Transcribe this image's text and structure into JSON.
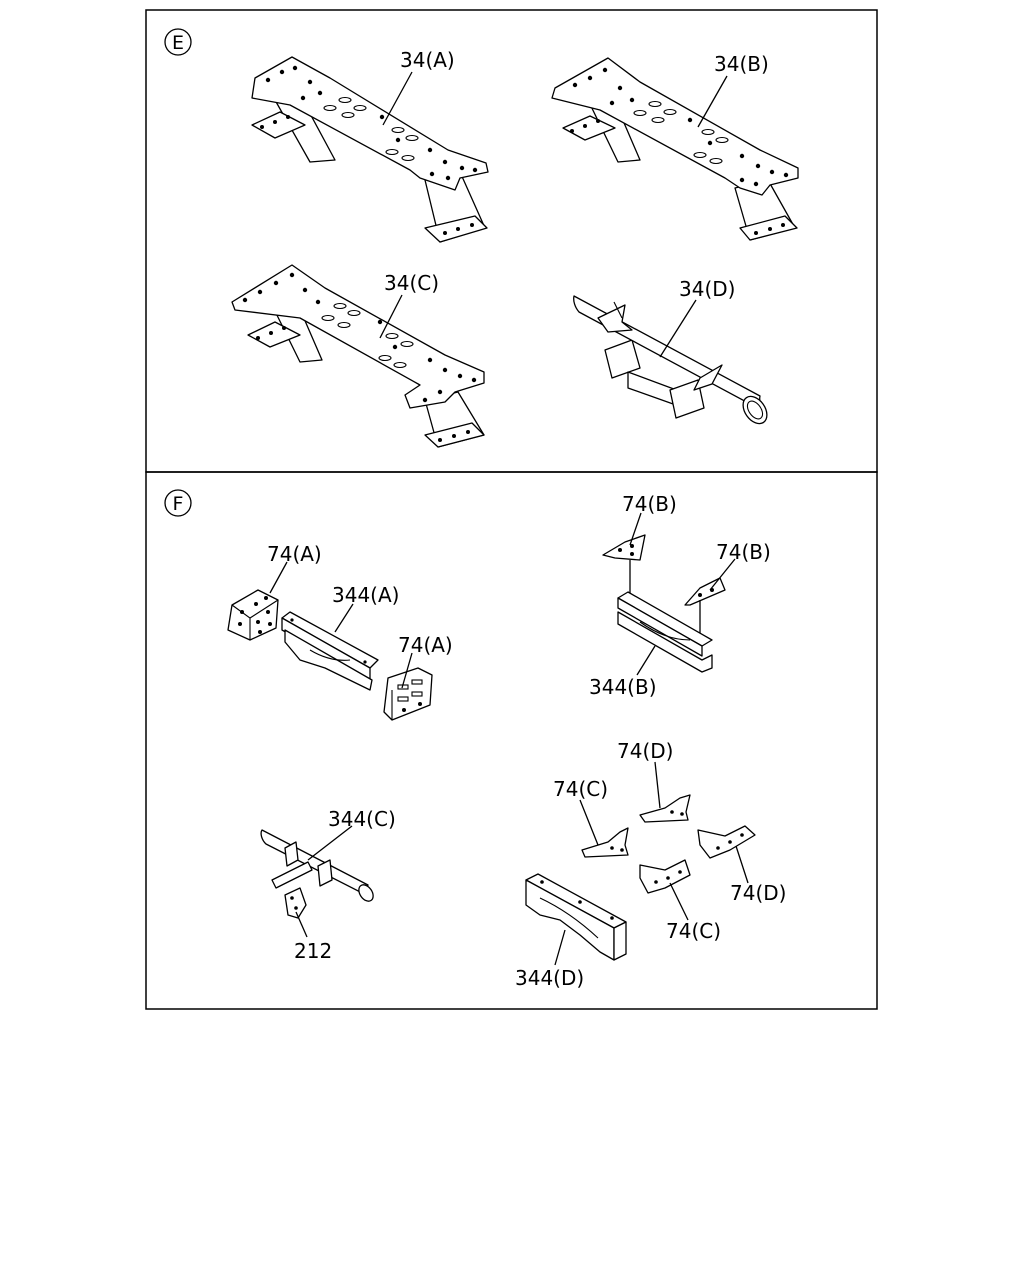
{
  "sections": [
    {
      "marker": "E",
      "callouts": {
        "p34a": "34(A)",
        "p34b": "34(B)",
        "p34c": "34(C)",
        "p34d": "34(D)"
      }
    },
    {
      "marker": "F",
      "callouts": {
        "p74a_top": "74(A)",
        "p344a": "344(A)",
        "p74a_right": "74(A)",
        "p74b_top": "74(B)",
        "p74b_right": "74(B)",
        "p344b": "344(B)",
        "p344c": "344(C)",
        "p212": "212",
        "p74d_top": "74(D)",
        "p74c_left": "74(C)",
        "p74d_right": "74(D)",
        "p74c_bottom": "74(C)",
        "p344d": "344(D)"
      }
    }
  ]
}
